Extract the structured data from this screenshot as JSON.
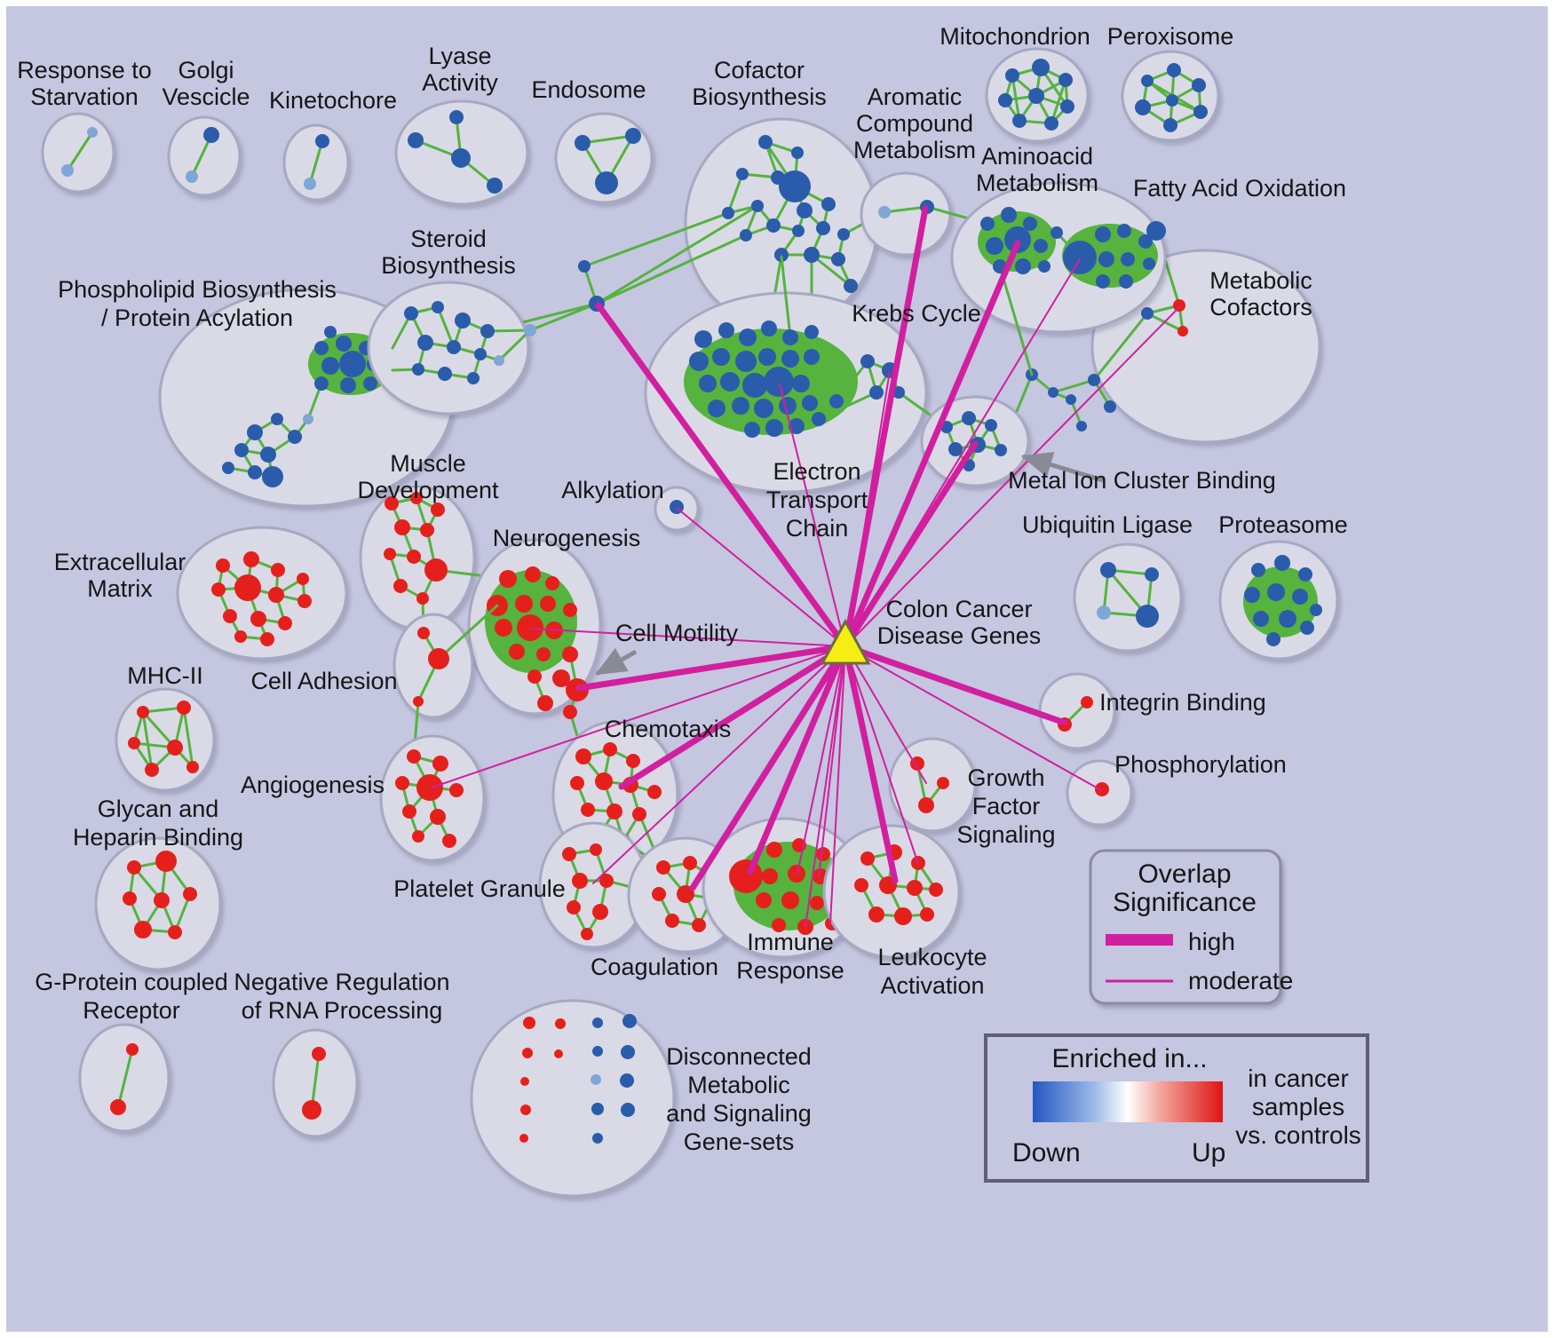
{
  "figure": {
    "background": "#c5c6e0",
    "colors": {
      "node_down_blue": "#2b5cab",
      "node_down_light_blue": "#7fa6d6",
      "node_up_red": "#e5201c",
      "edge_green": "#55b33e",
      "overlap_magenta": "#d11f9f",
      "hub_yellow": "#f6ee12",
      "cluster_ellipse_fill": "#d9dae6",
      "cluster_ellipse_stroke": "#a7a8c2",
      "text": "#161616"
    }
  },
  "clusters": {
    "response_to_starvation": {
      "label": [
        "Response to",
        "Starvation"
      ]
    },
    "golgi_vescicle": {
      "label": [
        "Golgi",
        "Vescicle"
      ]
    },
    "kinetochore": {
      "label": [
        "Kinetochore"
      ]
    },
    "lyase_activity": {
      "label": [
        "Lyase",
        "Activity"
      ]
    },
    "endosome": {
      "label": [
        "Endosome"
      ]
    },
    "cofactor_biosynthesis": {
      "label": [
        "Cofactor",
        "Biosynthesis"
      ]
    },
    "aromatic_compound_metabolism": {
      "label": [
        "Aromatic",
        "Compound",
        "Metabolism"
      ]
    },
    "mitochondrion": {
      "label": [
        "Mitochondrion"
      ]
    },
    "peroxisome": {
      "label": [
        "Peroxisome"
      ]
    },
    "aminoacid_metabolism": {
      "label": [
        "Aminoacid",
        "Metabolism"
      ]
    },
    "fatty_acid_oxidation": {
      "label": [
        "Fatty Acid Oxidation"
      ]
    },
    "metabolic_cofactors": {
      "label": [
        "Metabolic",
        "Cofactors"
      ]
    },
    "steroid_biosynthesis": {
      "label": [
        "Steroid",
        "Biosynthesis"
      ]
    },
    "phospholipid": {
      "label": [
        "Phospholipid Biosynthesis",
        "/ Protein Acylation"
      ]
    },
    "krebs_cycle": {
      "label": [
        "Krebs Cycle"
      ]
    },
    "electron_transport_chain": {
      "label": [
        "Electron",
        "Transport",
        "Chain"
      ]
    },
    "metal_ion_cluster_binding": {
      "label": [
        "Metal Ion Cluster Binding"
      ]
    },
    "muscle_development": {
      "label": [
        "Muscle",
        "Development"
      ]
    },
    "alkylation": {
      "label": [
        "Alkylation"
      ]
    },
    "neurogenesis": {
      "label": [
        "Neurogenesis"
      ]
    },
    "ubiquitin_ligase": {
      "label": [
        "Ubiquitin Ligase"
      ]
    },
    "proteasome": {
      "label": [
        "Proteasome"
      ]
    },
    "extracellular_matrix": {
      "label": [
        "Extracellular",
        "Matrix"
      ]
    },
    "cell_motility": {
      "label": [
        "Cell Motility"
      ]
    },
    "mhc_ii": {
      "label": [
        "MHC-II"
      ]
    },
    "cell_adhesion": {
      "label": [
        "Cell Adhesion"
      ]
    },
    "chemotaxis": {
      "label": [
        "Chemotaxis"
      ]
    },
    "integrin_binding": {
      "label": [
        "Integrin Binding"
      ]
    },
    "phosphorylation": {
      "label": [
        "Phosphorylation"
      ]
    },
    "angiogenesis": {
      "label": [
        "Angiogenesis"
      ]
    },
    "growth_factor_signaling": {
      "label": [
        "Growth",
        "Factor",
        "Signaling"
      ]
    },
    "glycan_heparin_binding": {
      "label": [
        "Glycan and",
        "Heparin Binding"
      ]
    },
    "platelet_granule": {
      "label": [
        "Platelet Granule"
      ]
    },
    "coagulation": {
      "label": [
        "Coagulation"
      ]
    },
    "immune_response": {
      "label": [
        "Immune",
        "Response"
      ]
    },
    "leukocyte_activation": {
      "label": [
        "Leukocyte",
        "Activation"
      ]
    },
    "g_protein_coupled_receptor": {
      "label": [
        "G-Protein coupled",
        "Receptor"
      ]
    },
    "negative_regulation_rna": {
      "label": [
        "Negative Regulation",
        "of RNA Processing"
      ]
    },
    "disconnected": {
      "label": [
        "Disconnected",
        "Metabolic",
        "and Signaling",
        "Gene-sets"
      ]
    }
  },
  "hub": {
    "label": [
      "Colon Cancer",
      "Disease Genes"
    ]
  },
  "legend_overlap": {
    "title": [
      "Overlap",
      "Significance"
    ],
    "items": [
      {
        "label": "high",
        "weight": "thick"
      },
      {
        "label": "moderate",
        "weight": "thin"
      }
    ]
  },
  "legend_enrichment": {
    "title": "Enriched in...",
    "down": "Down",
    "up": "Up",
    "note": [
      "in cancer",
      "samples",
      "vs. controls"
    ]
  }
}
